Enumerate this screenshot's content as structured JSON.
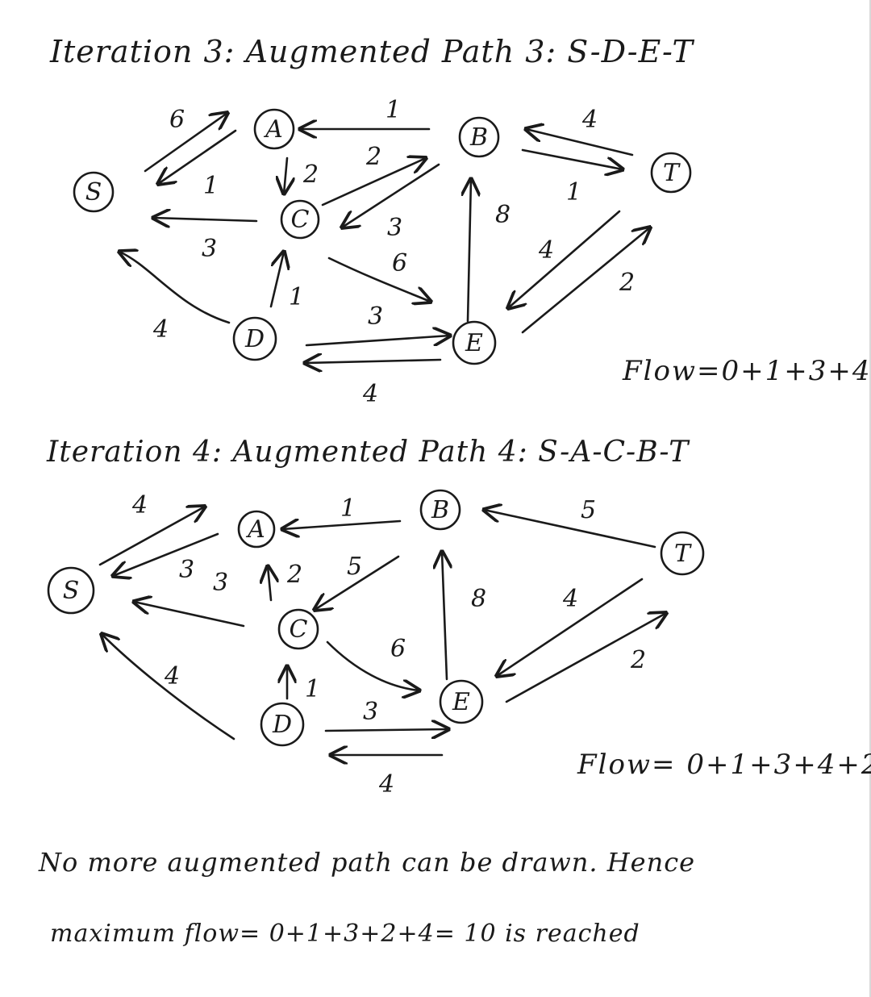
{
  "iterations": [
    {
      "heading": "Iteration 3: Augmented Path 3: S-D-E-T",
      "flow_total": "Flow=0+1+3+4",
      "nodes": [
        "S",
        "A",
        "B",
        "C",
        "D",
        "E",
        "T"
      ],
      "edge_labels": {
        "S_A": "6",
        "A_S": "1",
        "B_A": "1",
        "A_C": "2",
        "C_B": "2",
        "B_C": "3",
        "C_S": "3",
        "D_S": "4",
        "D_C": "1",
        "C_E": "6",
        "E_B": "8",
        "B_T": "4",
        "T_B": "1",
        "T_E": "4",
        "E_T": "2",
        "D_E": "3",
        "E_D": "4"
      }
    },
    {
      "heading": "Iteration 4: Augmented Path 4: S-A-C-B-T",
      "flow_total": "Flow= 0+1+3+4+2",
      "nodes": [
        "S",
        "A",
        "B",
        "C",
        "D",
        "E",
        "T"
      ],
      "edge_labels": {
        "S_A": "4",
        "A_S": "3",
        "C_S": "3",
        "C_A": "2",
        "B_A": "1",
        "B_C": "5",
        "T_B": "5",
        "E_B": "8",
        "T_E": "4",
        "E_T": "2",
        "C_E": "6",
        "D_S": "4",
        "D_C": "1",
        "D_E": "3",
        "E_D": "4"
      }
    }
  ],
  "conclusion": {
    "line1": "No more augmented path can be drawn. Hence",
    "line2": "maximum flow= 0+1+3+2+4= 10 is reached"
  }
}
